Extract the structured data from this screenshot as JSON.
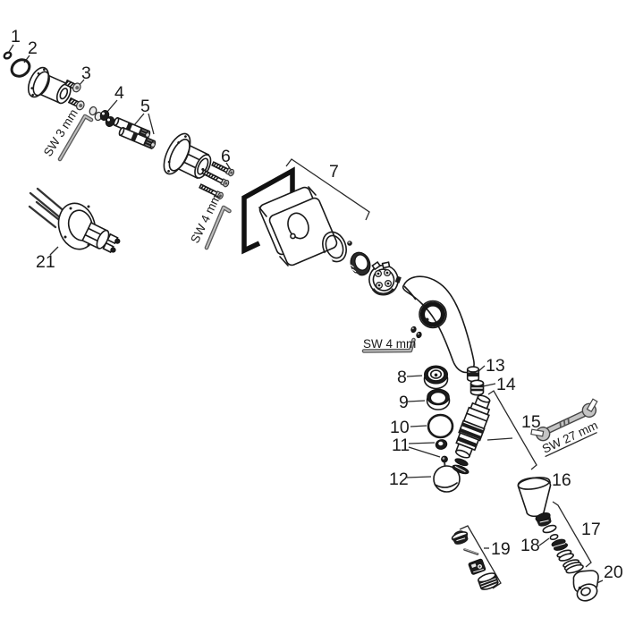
{
  "diagram": {
    "background_color": "#ffffff",
    "line_color": "#1a1a1a",
    "tool_fill_color": "#c4c4c4",
    "callouts": [
      "1",
      "2",
      "3",
      "4",
      "5",
      "6",
      "7",
      "8",
      "9",
      "10",
      "11",
      "12",
      "13",
      "14",
      "15",
      "16",
      "17",
      "18",
      "19",
      "20",
      "21"
    ],
    "tool_labels": [
      "SW 3 mm",
      "SW 4 mm",
      "SW 4 mm",
      "SW 27 mm"
    ]
  }
}
